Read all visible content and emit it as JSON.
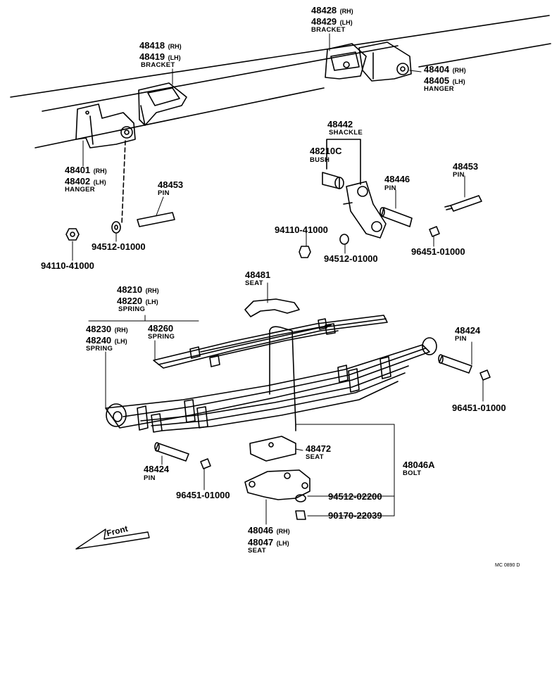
{
  "labels": {
    "bracket_rear_rh": "48428",
    "bracket_rear_rh_side": "(RH)",
    "bracket_rear_lh": "48429",
    "bracket_rear_lh_side": "(LH)",
    "bracket_rear_name": "BRACKET",
    "bracket_front_rh": "48418",
    "bracket_front_rh_side": "(RH)",
    "bracket_front_lh": "48419",
    "bracket_front_lh_side": "(LH)",
    "bracket_front_name": "BRACKET",
    "hanger_rear_rh": "48404",
    "hanger_rear_rh_side": "(RH)",
    "hanger_rear_lh": "48405",
    "hanger_rear_lh_side": "(LH)",
    "hanger_rear_name": "HANGER",
    "hanger_front_rh": "48401",
    "hanger_front_rh_side": "(RH)",
    "hanger_front_lh": "48402",
    "hanger_front_lh_side": "(LH)",
    "hanger_front_name": "HANGER",
    "shackle_num": "48442",
    "shackle_name": "SHACKLE",
    "bush_num": "48210C",
    "bush_name": "BUSH",
    "pin_shackle_num": "48446",
    "pin_shackle_name": "PIN",
    "pin_rear_num": "48453",
    "pin_rear_name": "PIN",
    "pin_front_num": "48453",
    "pin_front_name": "PIN",
    "nut_left": "94110-41000",
    "washer_left": "94512-01000",
    "nut_shackle": "94110-41000",
    "washer_shackle": "94512-01000",
    "grease_shackle": "96451-01000",
    "seat_top_num": "48481",
    "seat_top_name": "SEAT",
    "spring_main_rh": "48210",
    "spring_main_rh_side": "(RH)",
    "spring_main_lh": "48220",
    "spring_main_lh_side": "(LH)",
    "spring_main_name": "SPRING",
    "spring_alt_rh": "48230",
    "spring_alt_rh_side": "(RH)",
    "spring_alt_lh": "48240",
    "spring_alt_lh_side": "(LH)",
    "spring_alt_name": "SPRING",
    "spring_helper_num": "48260",
    "spring_helper_name": "SPRING",
    "pin_spring_rear_num": "48424",
    "pin_spring_rear_name": "PIN",
    "grease_spring_rear": "96451-01000",
    "pin_spring_front_num": "48424",
    "pin_spring_front_name": "PIN",
    "grease_spring_front": "96451-01000",
    "seat_mid_num": "48472",
    "seat_mid_name": "SEAT",
    "bolt_num": "48046A",
    "bolt_name": "BOLT",
    "washer_bolt": "94512-02200",
    "nut_bolt": "90170-22039",
    "seat_low_rh": "48046",
    "seat_low_rh_side": "(RH)",
    "seat_low_lh": "48047",
    "seat_low_lh_side": "(LH)",
    "seat_low_name": "SEAT",
    "front_arrow": "Front",
    "catalog_code": "MC 0890 D"
  }
}
